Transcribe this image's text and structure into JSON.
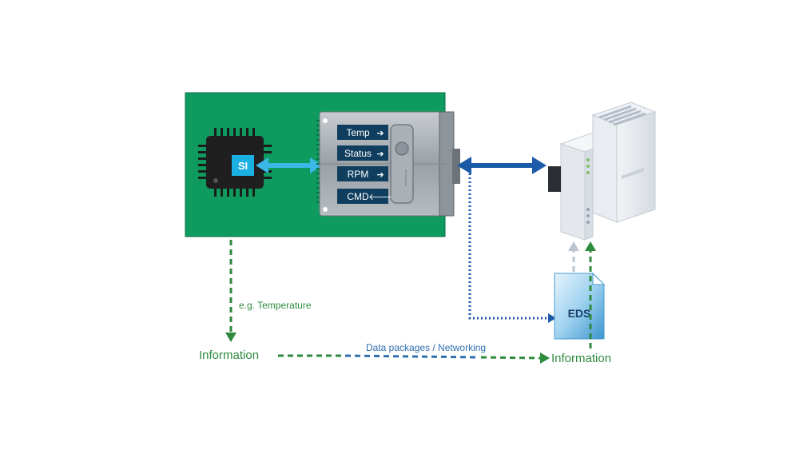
{
  "chip": {
    "label": "SI"
  },
  "module": {
    "signals": [
      {
        "label": "Temp",
        "arrow": "➔"
      },
      {
        "label": "Status",
        "arrow": "➔"
      },
      {
        "label": "RPM",
        "arrow": "➔"
      },
      {
        "label": "CMD",
        "arrow": "🡐"
      }
    ]
  },
  "eds": {
    "label": "EDS"
  },
  "labels": {
    "example": "e.g. Temperature",
    "info_left": "Information",
    "info_right": "Information",
    "networking": "Data packages / Networking"
  },
  "colors": {
    "pcb": "#0f9a5f",
    "chip_tag": "#1ab0e2",
    "signal_label": "#0f3e5e",
    "green_flow": "#2e8b3e",
    "blue_flow": "#2f6fae",
    "link_light": "#3db8e6",
    "link_dark": "#1a5aa8"
  },
  "icons": {
    "eds_file": "file-icon",
    "plc": "plc-device-icon"
  }
}
